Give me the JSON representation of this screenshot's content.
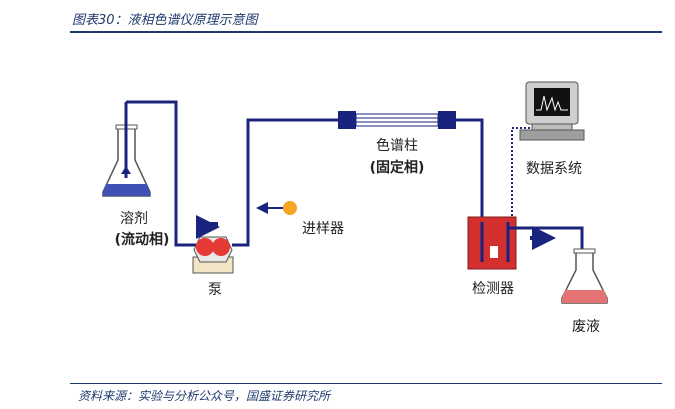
{
  "header": {
    "caption": "图表30：液相色谱仪原理示意图"
  },
  "footer": {
    "source": "资料来源：实验与分析公众号，国盛证券研究所"
  },
  "labels": {
    "solvent": "溶剂",
    "solvent_sub": "(流动相)",
    "pump": "泵",
    "injector": "进样器",
    "column": "色谱柱",
    "column_sub": "(固定相)",
    "data_system": "数据系统",
    "detector": "检测器",
    "waste": "废液"
  },
  "colors": {
    "tubing": "#1a237e",
    "detector": "#d32f2f",
    "solvent_liquid": "#3f51b5",
    "waste_liquid": "#e57373",
    "pump_ball": "#e53935",
    "injector_dot": "#f5a623",
    "accent_rule": "#1f3a6e"
  }
}
